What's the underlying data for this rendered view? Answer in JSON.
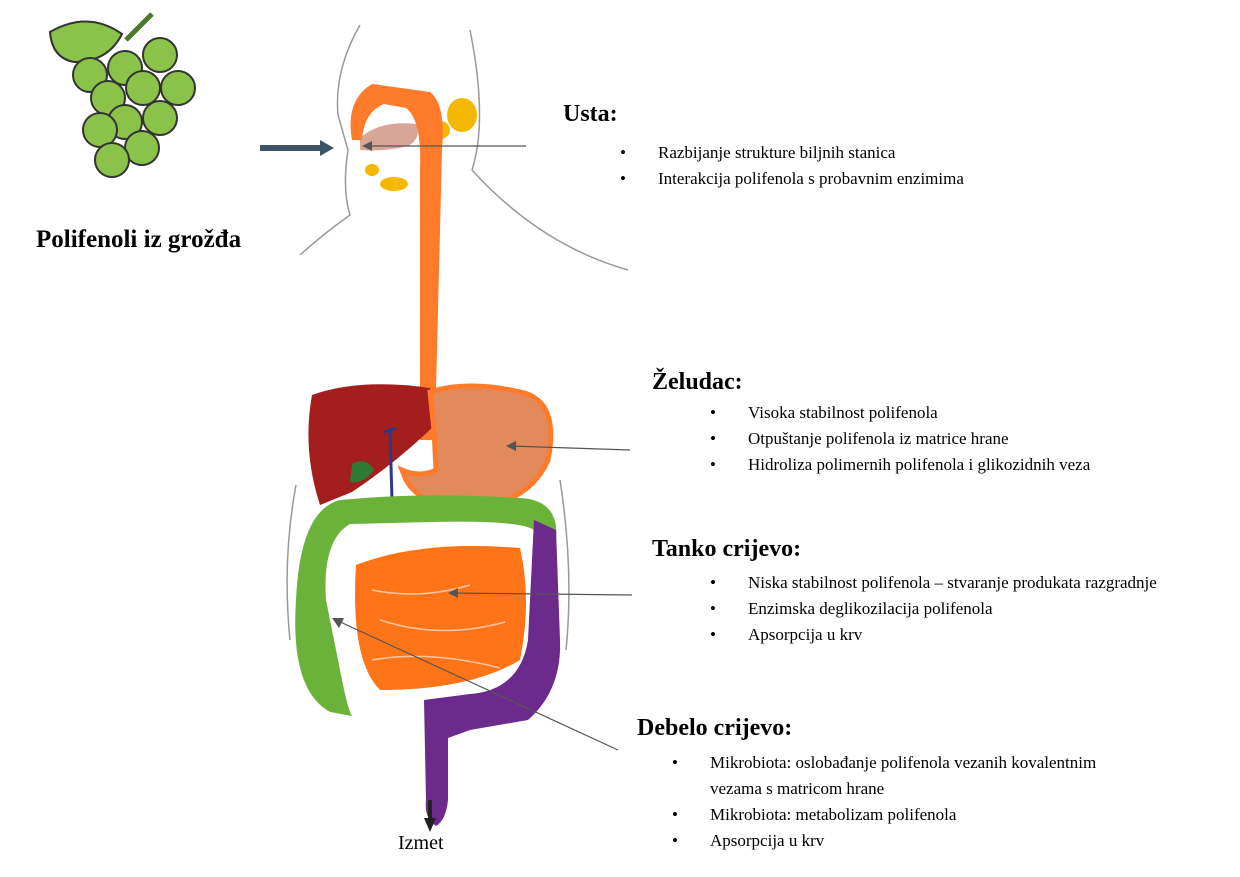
{
  "grapes_label": "Polifenoli iz grožđa",
  "sections": [
    {
      "title": "Usta:",
      "items": [
        "Razbijanje strukture biljnih stanica",
        "Interakcija polifenola s probavnim enzimima"
      ]
    },
    {
      "title": "Želudac:",
      "items": [
        "Visoka stabilnost polifenola",
        "Otpuštanje polifenola iz matrice hrane",
        "Hidroliza polimernih polifenola i glikozidnih veza"
      ]
    },
    {
      "title": "Tanko crijevo:",
      "items": [
        "Niska stabilnost polifenola – stvaranje produkata razgradnje",
        "Enzimska deglikozilacija polifenola",
        "Apsorpcija u krv"
      ]
    },
    {
      "title": "Debelo crijevo:",
      "items": [
        "Mikrobiota: oslobađanje polifenola vezanih kovalentnim vezama s matricom hrane",
        "Mikrobiota: metabolizam polifenola",
        "Apsorpcija u krv"
      ]
    }
  ],
  "excretion_label": "Izmet",
  "colors": {
    "grape": "#8bc34a",
    "esophagus": "#ff7a2a",
    "liver": "#a51e1e",
    "stomach": "#e38a5c",
    "small_intestine": "#ff7417",
    "large_intestine": "#6ab23a",
    "rectum": "#6b2a8c",
    "salivary": "#f5b800"
  }
}
